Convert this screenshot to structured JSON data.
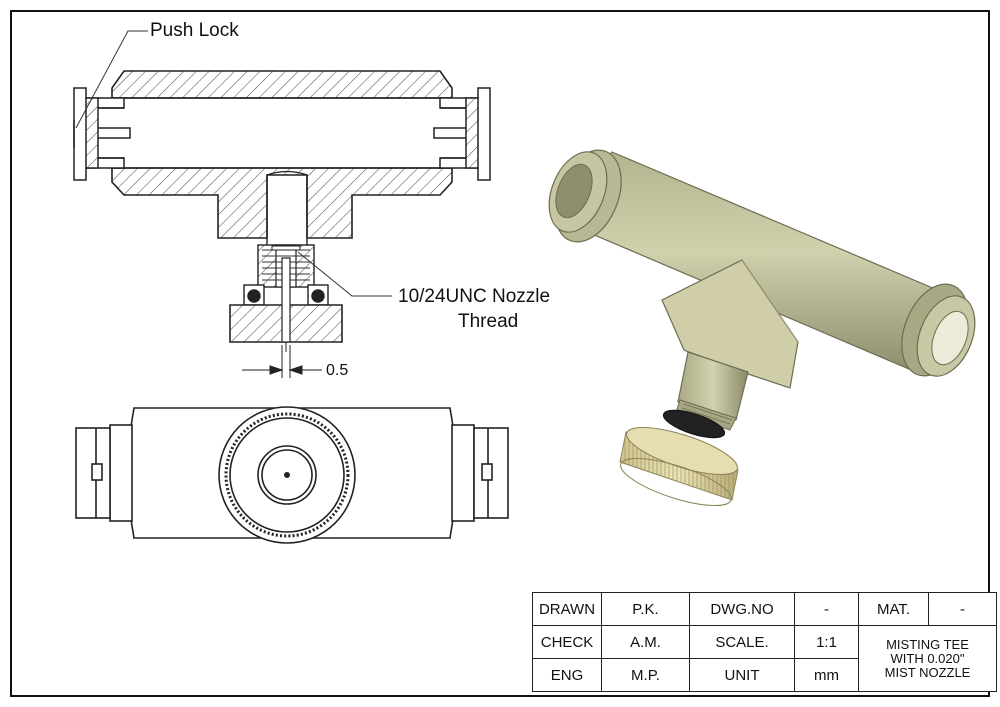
{
  "annotations": {
    "push_lock": "Push Lock",
    "nozzle_thread_line1": "10/24UNC Nozzle",
    "nozzle_thread_line2": "Thread",
    "dimension": "0.5"
  },
  "title_block": {
    "drawn_label": "DRAWN",
    "drawn_value": "P.K.",
    "dwg_no_label": "DWG.NO",
    "dwg_no_value": "-",
    "mat_label": "MAT.",
    "mat_value": "-",
    "check_label": "CHECK",
    "check_value": "A.M.",
    "scale_label": "SCALE.",
    "scale_value": "1:1",
    "eng_label": "ENG",
    "eng_value": "M.P.",
    "unit_label": "UNIT",
    "unit_value": "mm",
    "description_line1": "MISTING TEE",
    "description_line2": "WITH 0.020\"",
    "description_line3": "MIST NOZZLE"
  },
  "colors": {
    "body": "#c9c8a4",
    "body_dark": "#8f8e6e",
    "knob": "#ddd4a2",
    "line": "#222222",
    "hatch": "#555555"
  }
}
